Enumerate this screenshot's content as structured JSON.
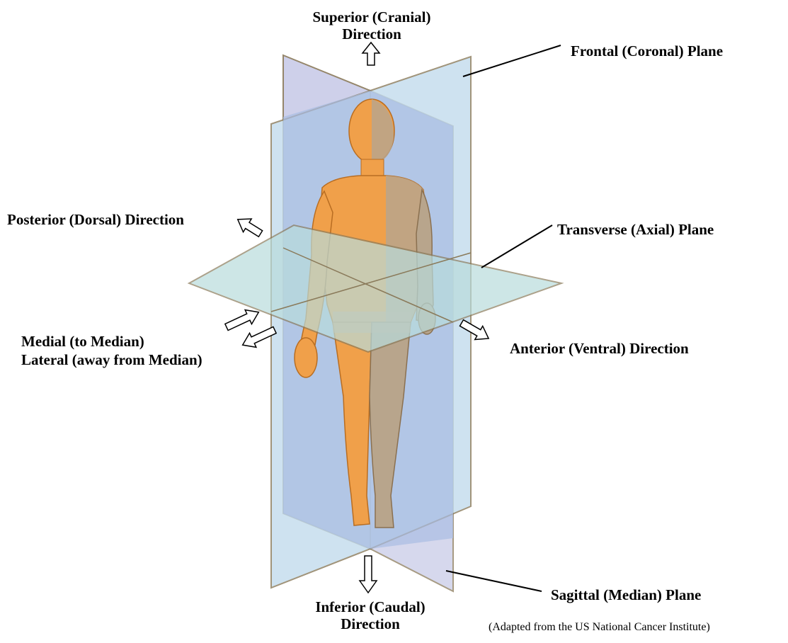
{
  "labels": {
    "superior_line1": "Superior (Cranial)",
    "superior_line2": "Direction",
    "inferior_line1": "Inferior (Caudal)",
    "inferior_line2": "Direction",
    "frontal_plane": "Frontal (Coronal) Plane",
    "transverse_plane": "Transverse (Axial) Plane",
    "sagittal_plane": "Sagittal (Median) Plane",
    "posterior": "Posterior (Dorsal) Direction",
    "anterior": "Anterior (Ventral) Direction",
    "medial": "Medial (to Median)",
    "lateral": "Lateral (away from Median)"
  },
  "credit": "(Adapted from the US National Cancer Institute)",
  "colors": {
    "sagittal_plane_fill": "#c9cbe8",
    "frontal_plane_fill": "#c3dced",
    "transverse_plane_fill": "#b9dcdc",
    "plane_edge": "#8a7a5a",
    "skin": "#f0a04a",
    "skin_shadow": "#d98a35",
    "sagittal_shaded_half": "#b8a58c"
  }
}
